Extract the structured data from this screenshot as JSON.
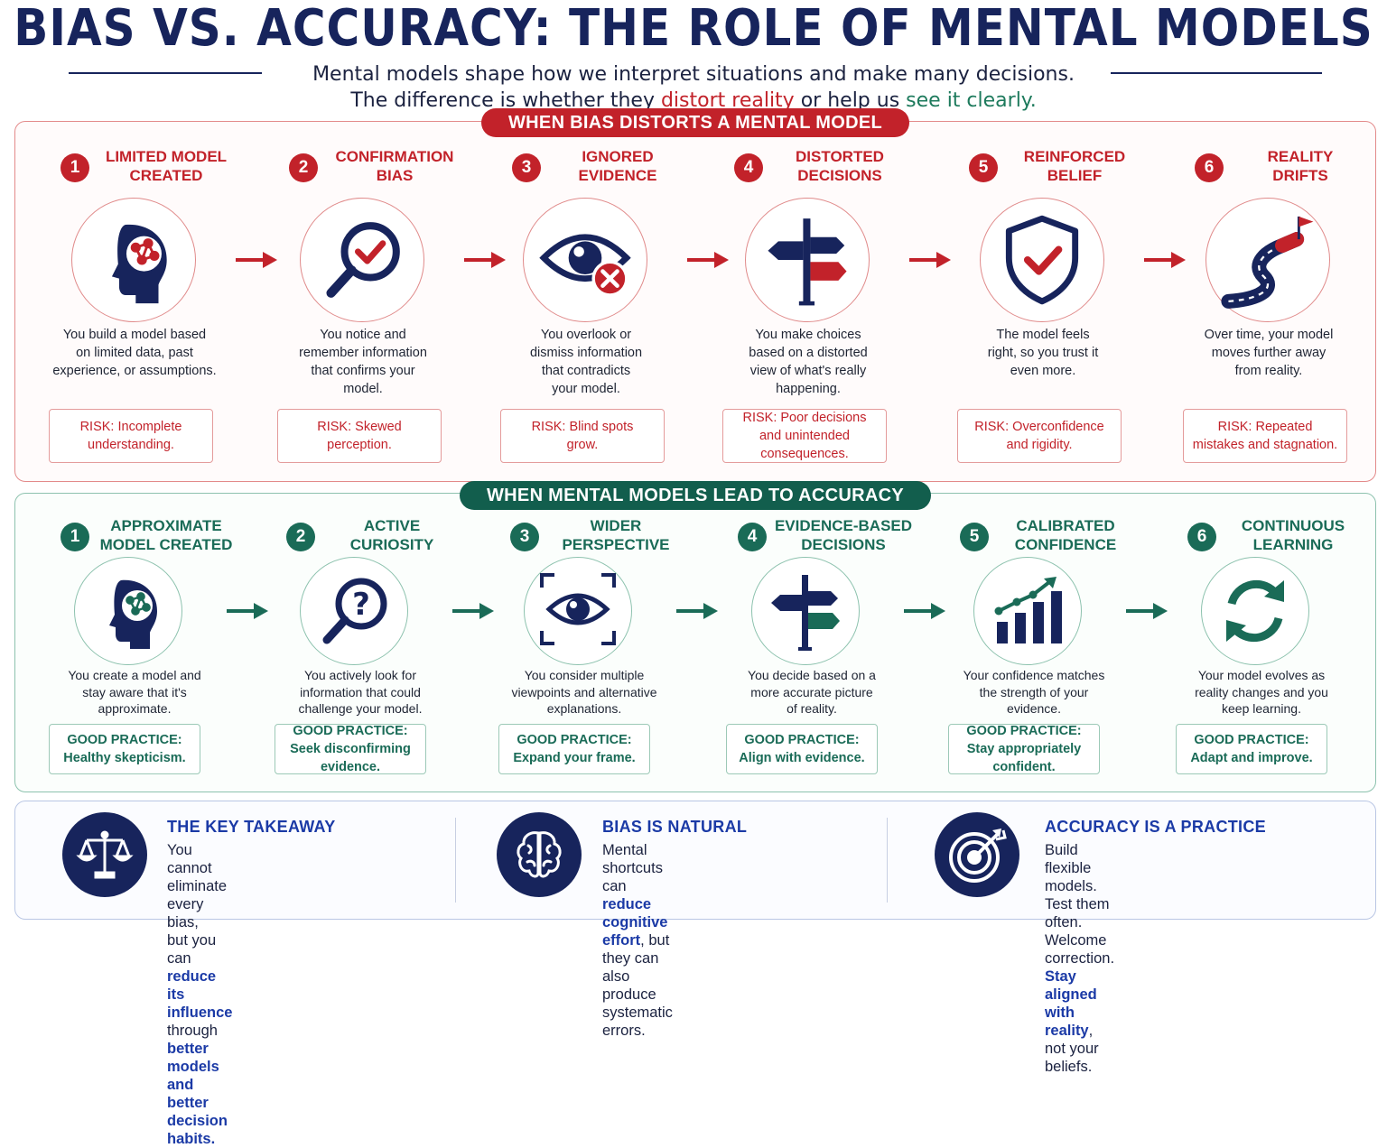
{
  "title": "BIAS VS. ACCURACY: THE ROLE OF MENTAL MODELS",
  "subtitle": {
    "line1": "Mental models shape how we interpret situations and make many decisions.",
    "line2_a": "The difference is whether they ",
    "line2_red": "distort reality",
    "line2_b": " or help us ",
    "line2_green": "see it clearly."
  },
  "bias_section": {
    "banner": "WHEN BIAS DISTORTS A MENTAL MODEL",
    "steps": [
      {
        "num": "1",
        "title": [
          "LIMITED MODEL",
          "CREATED"
        ],
        "icon": "head-network-icon",
        "desc": [
          "You build a model based",
          "on limited data, past",
          "experience, or assumptions."
        ],
        "risk": [
          "RISK: Incomplete",
          "understanding."
        ]
      },
      {
        "num": "2",
        "title": [
          "CONFIRMATION",
          "BIAS"
        ],
        "icon": "magnifier-check-icon",
        "desc": [
          "You notice and",
          "remember information",
          "that confirms your",
          "model."
        ],
        "risk": [
          "RISK: Skewed",
          "perception."
        ]
      },
      {
        "num": "3",
        "title": [
          "IGNORED",
          "EVIDENCE"
        ],
        "icon": "eye-x-icon",
        "desc": [
          "You overlook or",
          "dismiss information",
          "that contradicts",
          "your model."
        ],
        "risk": [
          "RISK: Blind spots",
          "grow."
        ]
      },
      {
        "num": "4",
        "title": [
          "DISTORTED",
          "DECISIONS"
        ],
        "icon": "signpost-icon",
        "desc": [
          "You make choices",
          "based on a distorted",
          "view of what's really",
          "happening."
        ],
        "risk": [
          "RISK: Poor decisions",
          "and unintended",
          "consequences."
        ]
      },
      {
        "num": "5",
        "title": [
          "REINFORCED",
          "BELIEF"
        ],
        "icon": "shield-check-icon",
        "desc": [
          "The model feels",
          "right, so you trust it",
          "even more."
        ],
        "risk": [
          "RISK: Overconfidence",
          "and rigidity."
        ]
      },
      {
        "num": "6",
        "title": [
          "REALITY",
          "DRIFTS"
        ],
        "icon": "winding-road-flag-icon",
        "desc": [
          "Over time, your model",
          "moves further away",
          "from reality."
        ],
        "risk": [
          "RISK: Repeated",
          "mistakes and stagnation."
        ]
      }
    ]
  },
  "accuracy_section": {
    "banner": "WHEN MENTAL MODELS LEAD TO ACCURACY",
    "steps": [
      {
        "num": "1",
        "title": [
          "APPROXIMATE",
          "MODEL CREATED"
        ],
        "icon": "head-network-icon",
        "desc": [
          "You create a model and",
          "stay aware that it's",
          "approximate."
        ],
        "practice": [
          "GOOD PRACTICE:",
          "Healthy skepticism."
        ]
      },
      {
        "num": "2",
        "title": [
          "ACTIVE",
          "CURIOSITY"
        ],
        "icon": "magnifier-question-icon",
        "desc": [
          "You actively look for",
          "information that could",
          "challenge your model."
        ],
        "practice": [
          "GOOD PRACTICE:",
          "Seek disconfirming",
          "evidence."
        ]
      },
      {
        "num": "3",
        "title": [
          "WIDER",
          "PERSPECTIVE"
        ],
        "icon": "eye-frame-icon",
        "desc": [
          "You consider multiple",
          "viewpoints and alternative",
          "explanations."
        ],
        "practice": [
          "GOOD PRACTICE:",
          "Expand your frame."
        ]
      },
      {
        "num": "4",
        "title": [
          "EVIDENCE-BASED",
          "DECISIONS"
        ],
        "icon": "signpost-icon",
        "desc": [
          "You decide based on a",
          "more accurate picture",
          "of reality."
        ],
        "practice": [
          "GOOD PRACTICE:",
          "Align with evidence."
        ]
      },
      {
        "num": "5",
        "title": [
          "CALIBRATED",
          "CONFIDENCE"
        ],
        "icon": "bar-chart-trend-icon",
        "desc": [
          "Your confidence matches",
          "the strength of your",
          "evidence."
        ],
        "practice": [
          "GOOD PRACTICE:",
          "Stay appropriately",
          "confident."
        ]
      },
      {
        "num": "6",
        "title": [
          "CONTINUOUS",
          "LEARNING"
        ],
        "icon": "refresh-cycle-icon",
        "desc": [
          "Your model evolves as",
          "reality changes and you",
          "keep learning."
        ],
        "practice": [
          "GOOD PRACTICE:",
          "Adapt and improve."
        ]
      }
    ]
  },
  "takeaways": [
    {
      "icon": "scales-icon",
      "title": "THE KEY TAKEAWAY",
      "lines": [
        [
          {
            "t": "You cannot eliminate every bias,"
          }
        ],
        [
          {
            "t": "but you can "
          },
          {
            "t": "reduce its influence",
            "hl": true
          }
        ],
        [
          {
            "t": "through "
          },
          {
            "t": "better models and",
            "hl": true
          }
        ],
        [
          {
            "t": "better decision habits.",
            "hl": true
          }
        ]
      ]
    },
    {
      "icon": "brain-icon",
      "title": "BIAS IS NATURAL",
      "lines": [
        [
          {
            "t": "Mental shortcuts can "
          },
          {
            "t": "reduce",
            "hl": true
          }
        ],
        [
          {
            "t": "cognitive effort",
            "hl": true
          },
          {
            "t": ", but they can also"
          }
        ],
        [
          {
            "t": "produce systematic errors."
          }
        ]
      ]
    },
    {
      "icon": "target-arrow-icon",
      "title": "ACCURACY IS A PRACTICE",
      "lines": [
        [
          {
            "t": "Build flexible models. Test them often."
          }
        ],
        [
          {
            "t": "Welcome correction. "
          },
          {
            "t": "Stay aligned",
            "hl": true
          }
        ],
        [
          {
            "t": "with reality",
            "hl": true
          },
          {
            "t": ", not your beliefs."
          }
        ]
      ]
    }
  ],
  "colors": {
    "navy": "#17245c",
    "red": "#c2222a",
    "green": "#1a6b57",
    "blue": "#1b3aa6"
  }
}
